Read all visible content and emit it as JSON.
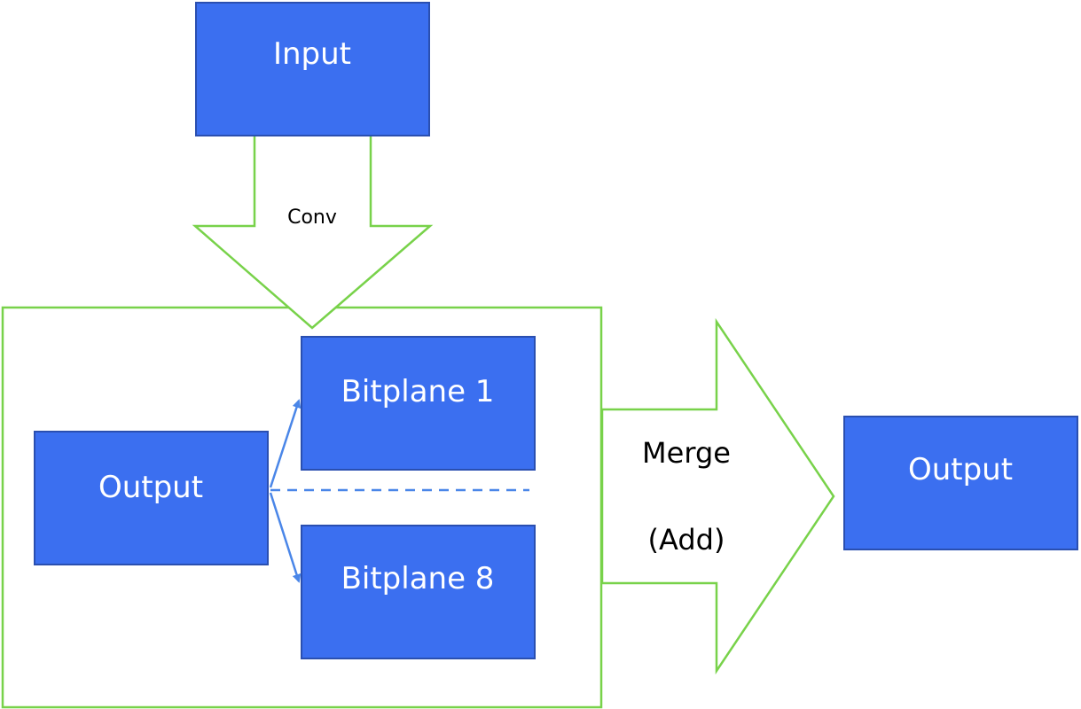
{
  "colors": {
    "box_fill": "#3b6ff0",
    "box_border": "#2a4fb0",
    "arrow_outline": "#78d24a",
    "connector": "#4a86e8",
    "box_text": "#ffffff",
    "label_text": "#000000"
  },
  "nodes": {
    "input": "Input",
    "inner_output": "Output",
    "bitplane_first": "Bitplane 1",
    "bitplane_last": "Bitplane 8",
    "final_output": "Output"
  },
  "arrows": {
    "conv": "Conv",
    "merge_line1": "Merge",
    "merge_line2": "(Add)"
  }
}
